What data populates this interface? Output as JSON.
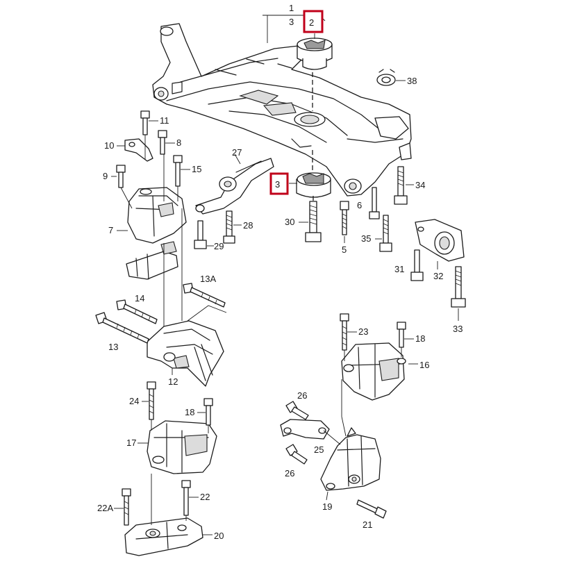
{
  "labels": {
    "l1": "1",
    "l2": "2",
    "l3a": "3",
    "l3b": "3",
    "l5": "5",
    "l6": "6",
    "l7": "7",
    "l8": "8",
    "l9": "9",
    "l10": "10",
    "l11": "11",
    "l12": "12",
    "l13": "13",
    "l13a": "13A",
    "l14": "14",
    "l15": "15",
    "l16": "16",
    "l17": "17",
    "l18a": "18",
    "l18b": "18",
    "l19": "19",
    "l20": "20",
    "l21": "21",
    "l22": "22",
    "l22a": "22A",
    "l23": "23",
    "l24": "24",
    "l25": "25",
    "l26a": "26",
    "l26b": "26",
    "l27": "27",
    "l28": "28",
    "l29": "29",
    "l30": "30",
    "l31": "31",
    "l32": "32",
    "l33": "33",
    "l34": "34",
    "l35": "35",
    "l38": "38"
  },
  "colors": {
    "highlight": "#c0001a",
    "ink": "#1a1a1a"
  }
}
